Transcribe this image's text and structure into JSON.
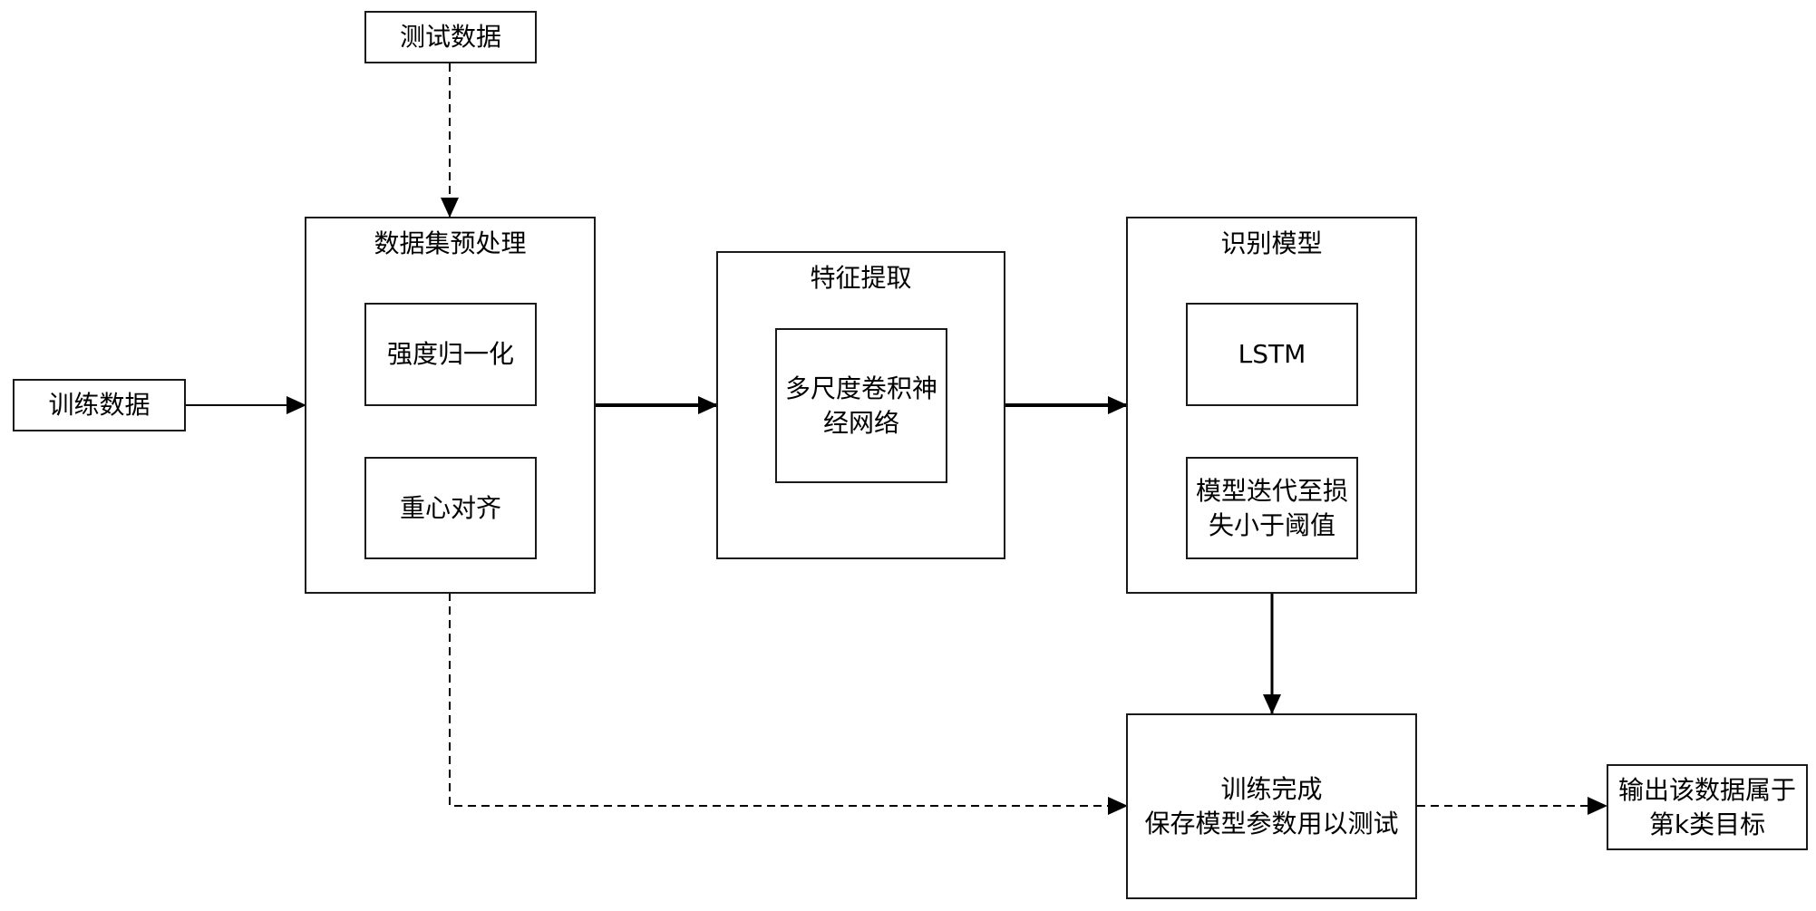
{
  "diagram": {
    "test_data": "测试数据",
    "train_data": "训练数据",
    "preprocess": {
      "title": "数据集预处理",
      "step1": "强度归一化",
      "step2": "重心对齐"
    },
    "feature": {
      "title": "特征提取",
      "inner": "多尺度卷积神\n经网络"
    },
    "recognition": {
      "title": "识别模型",
      "step1": "LSTM",
      "step2": "模型迭代至损\n失小于阈值"
    },
    "training_done": "训练完成\n保存模型参数用以测试",
    "output": "输出该数据属于\n第k类目标"
  }
}
